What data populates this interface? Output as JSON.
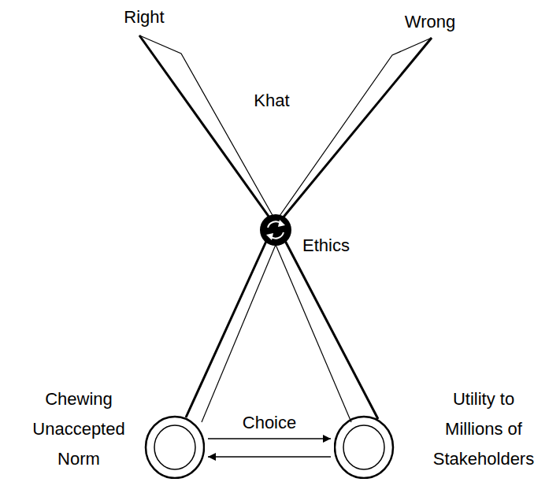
{
  "diagram": {
    "nodes": [
      {
        "text": [
          "Chewing Unaccepted Norm"
        ]
      },
      {
        "text": [
          "Utility to Millions of Stakeholders"
        ]
      }
    ],
    "edges": [
      {
        "from": 0,
        "to": 1,
        "label": "Choice",
        "arrow": "to"
      },
      {
        "from": 1,
        "to": 0,
        "arrow": "to"
      }
    ],
    "labels": [
      "Right",
      "Wrong",
      "Khat",
      "Ethics"
    ]
  }
}
